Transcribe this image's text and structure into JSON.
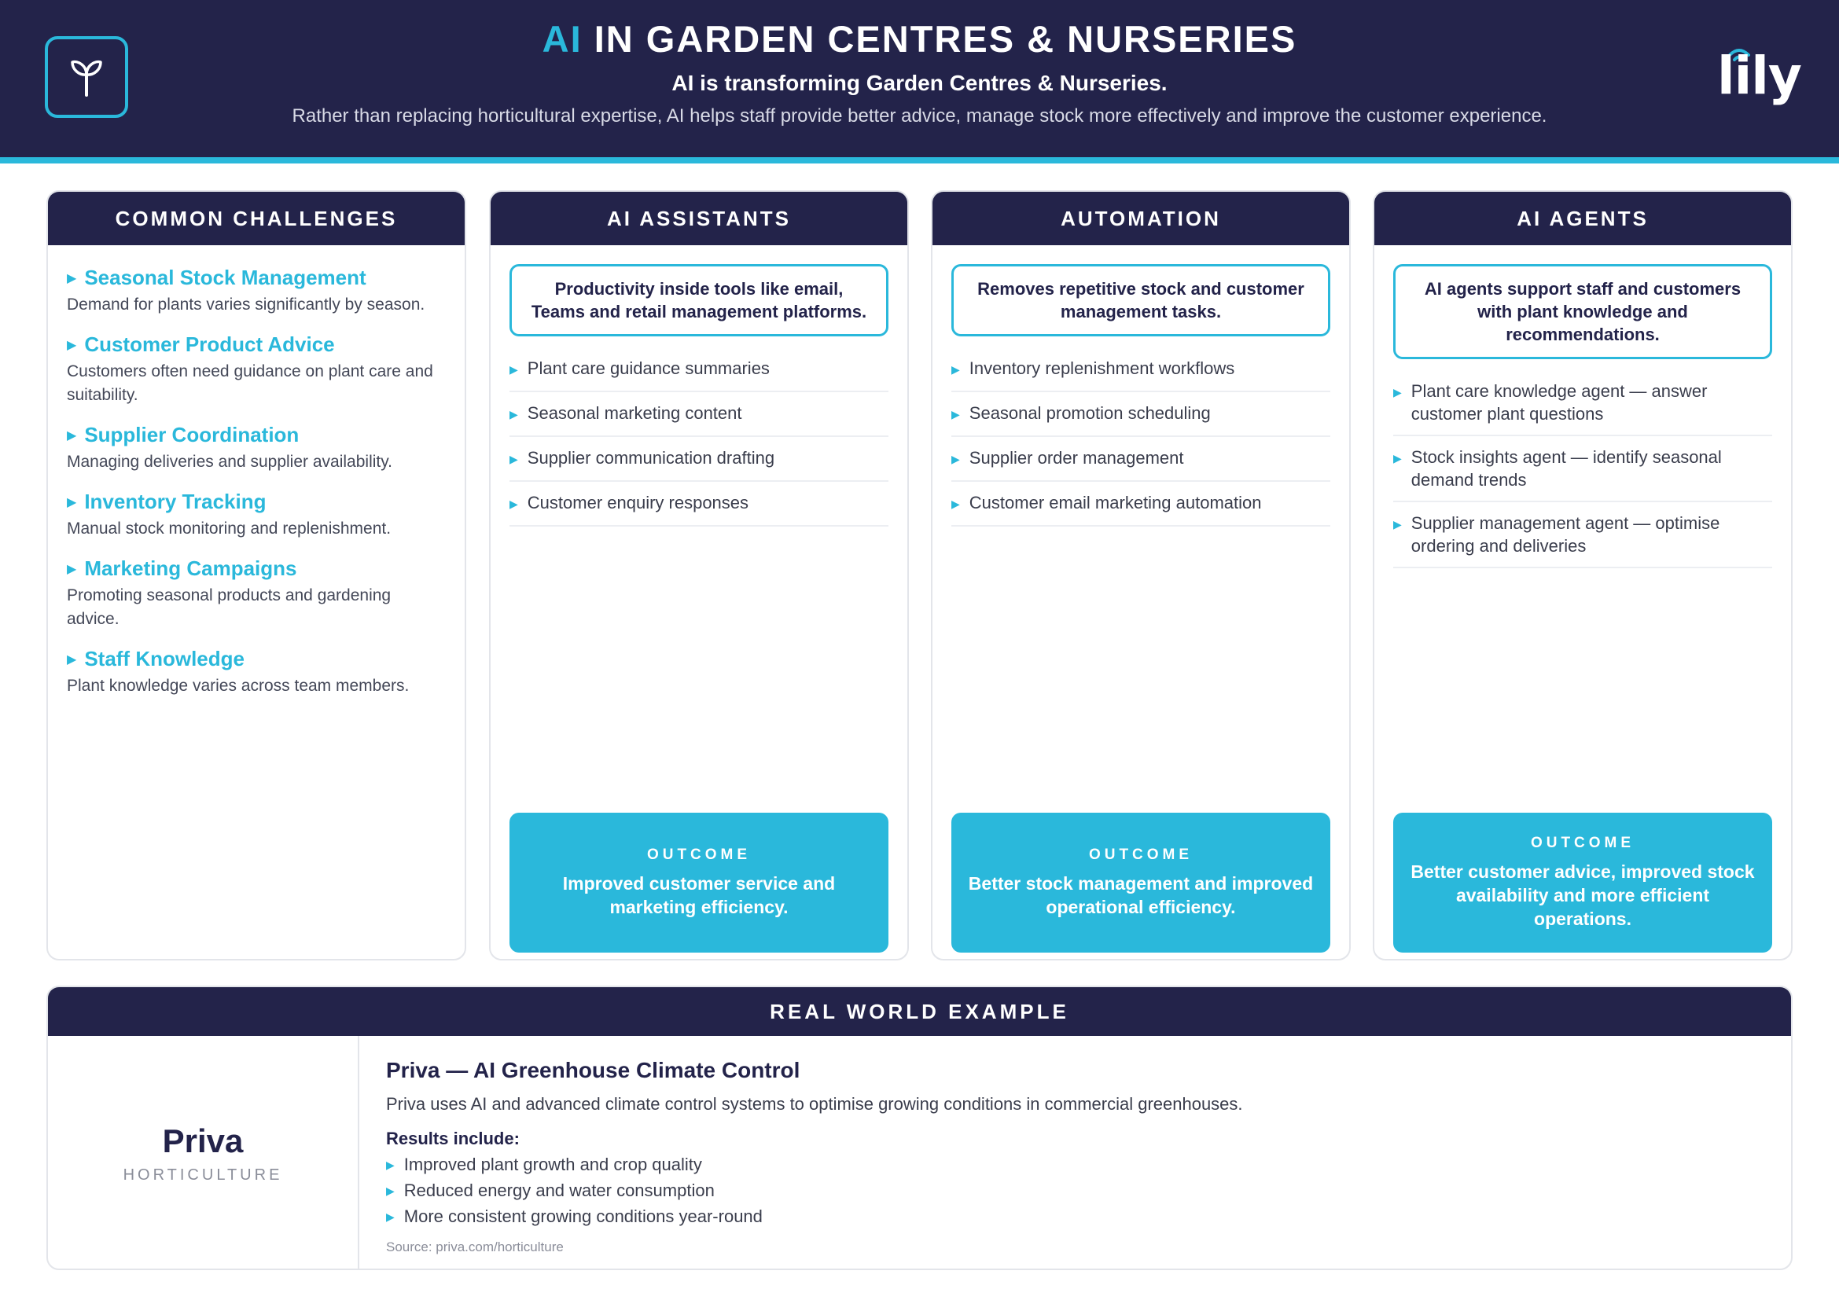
{
  "header": {
    "title_accent": "AI",
    "title_rest": " IN GARDEN CENTRES & NURSERIES",
    "subtitle": "AI is transforming Garden Centres & Nurseries.",
    "description": "Rather than replacing horticultural expertise, AI helps staff provide better advice, manage stock more effectively and improve the customer experience.",
    "logo_icon": "seedling-icon",
    "brand": "lily",
    "brand_icon": "wifi-signal-icon"
  },
  "colors": {
    "navy": "#23234a",
    "accent": "#2ab8db",
    "border": "#e3e5ea"
  },
  "challenges": {
    "heading": "COMMON CHALLENGES",
    "items": [
      {
        "title": "Seasonal Stock Management",
        "desc": "Demand for plants varies significantly by season."
      },
      {
        "title": "Customer Product Advice",
        "desc": "Customers often need guidance on plant care and suitability."
      },
      {
        "title": "Supplier Coordination",
        "desc": "Managing deliveries and supplier availability."
      },
      {
        "title": "Inventory Tracking",
        "desc": "Manual stock monitoring and replenishment."
      },
      {
        "title": "Marketing Campaigns",
        "desc": "Promoting seasonal products and gardening advice."
      },
      {
        "title": "Staff Knowledge",
        "desc": "Plant knowledge varies across team members."
      }
    ]
  },
  "assistants": {
    "heading": "AI ASSISTANTS",
    "intro": "Productivity inside tools like email, Teams and retail management platforms.",
    "items": [
      "Plant care guidance summaries",
      "Seasonal marketing content",
      "Supplier communication drafting",
      "Customer enquiry responses"
    ],
    "outcome_label": "OUTCOME",
    "outcome": "Improved customer service and marketing efficiency."
  },
  "automation": {
    "heading": "AUTOMATION",
    "intro": "Removes repetitive stock and customer management tasks.",
    "items": [
      "Inventory replenishment workflows",
      "Seasonal promotion scheduling",
      "Supplier order management",
      "Customer email marketing automation"
    ],
    "outcome_label": "OUTCOME",
    "outcome": "Better stock management and improved operational efficiency."
  },
  "agents": {
    "heading": "AI AGENTS",
    "intro": "AI agents support staff and customers with plant knowledge and recommendations.",
    "items": [
      "Plant care knowledge agent — answer customer plant questions",
      "Stock insights agent — identify seasonal demand trends",
      "Supplier management agent — optimise ordering and deliveries"
    ],
    "outcome_label": "OUTCOME",
    "outcome": "Better customer advice, improved stock availability and more efficient operations."
  },
  "example": {
    "heading": "REAL WORLD EXAMPLE",
    "company": "Priva",
    "sector": "HORTICULTURE",
    "title": "Priva — AI Greenhouse Climate Control",
    "description": "Priva uses AI and advanced climate control systems to optimise growing conditions in commercial greenhouses.",
    "results_label": "Results include:",
    "results": [
      "Improved plant growth and crop quality",
      "Reduced energy and water consumption",
      "More consistent growing conditions year-round"
    ],
    "source": "Source: priva.com/horticulture"
  }
}
